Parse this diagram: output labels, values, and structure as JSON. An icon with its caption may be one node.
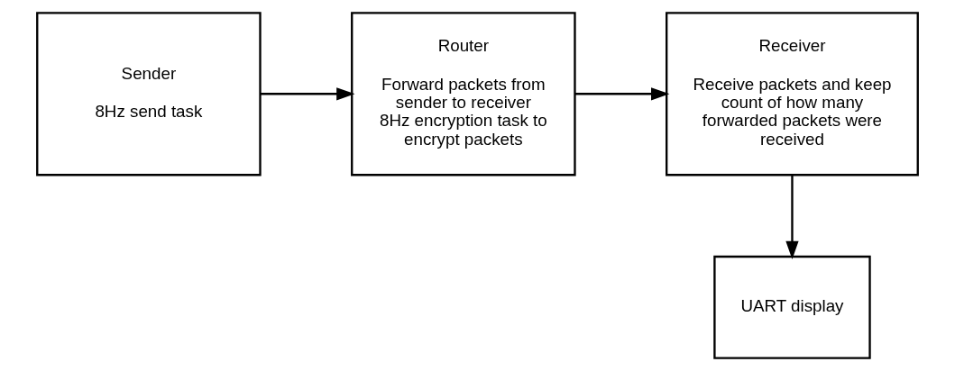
{
  "diagram": {
    "nodes": [
      {
        "text": [
          "Sender",
          "8Hz send task"
        ]
      },
      {
        "text": [
          "Router",
          "Forward packets from sender to receiver",
          "8Hz encryption task to encrypt packets"
        ]
      },
      {
        "text": [
          "Receiver",
          "Receive packets and keep count of how many forwarded packets were received"
        ]
      },
      {
        "text": [
          "UART display"
        ]
      }
    ],
    "edges": [
      {
        "from": 0,
        "to": 1,
        "arrow": "to"
      },
      {
        "from": 1,
        "to": 2,
        "arrow": "to"
      },
      {
        "from": 2,
        "to": 3,
        "arrow": "to"
      }
    ]
  }
}
